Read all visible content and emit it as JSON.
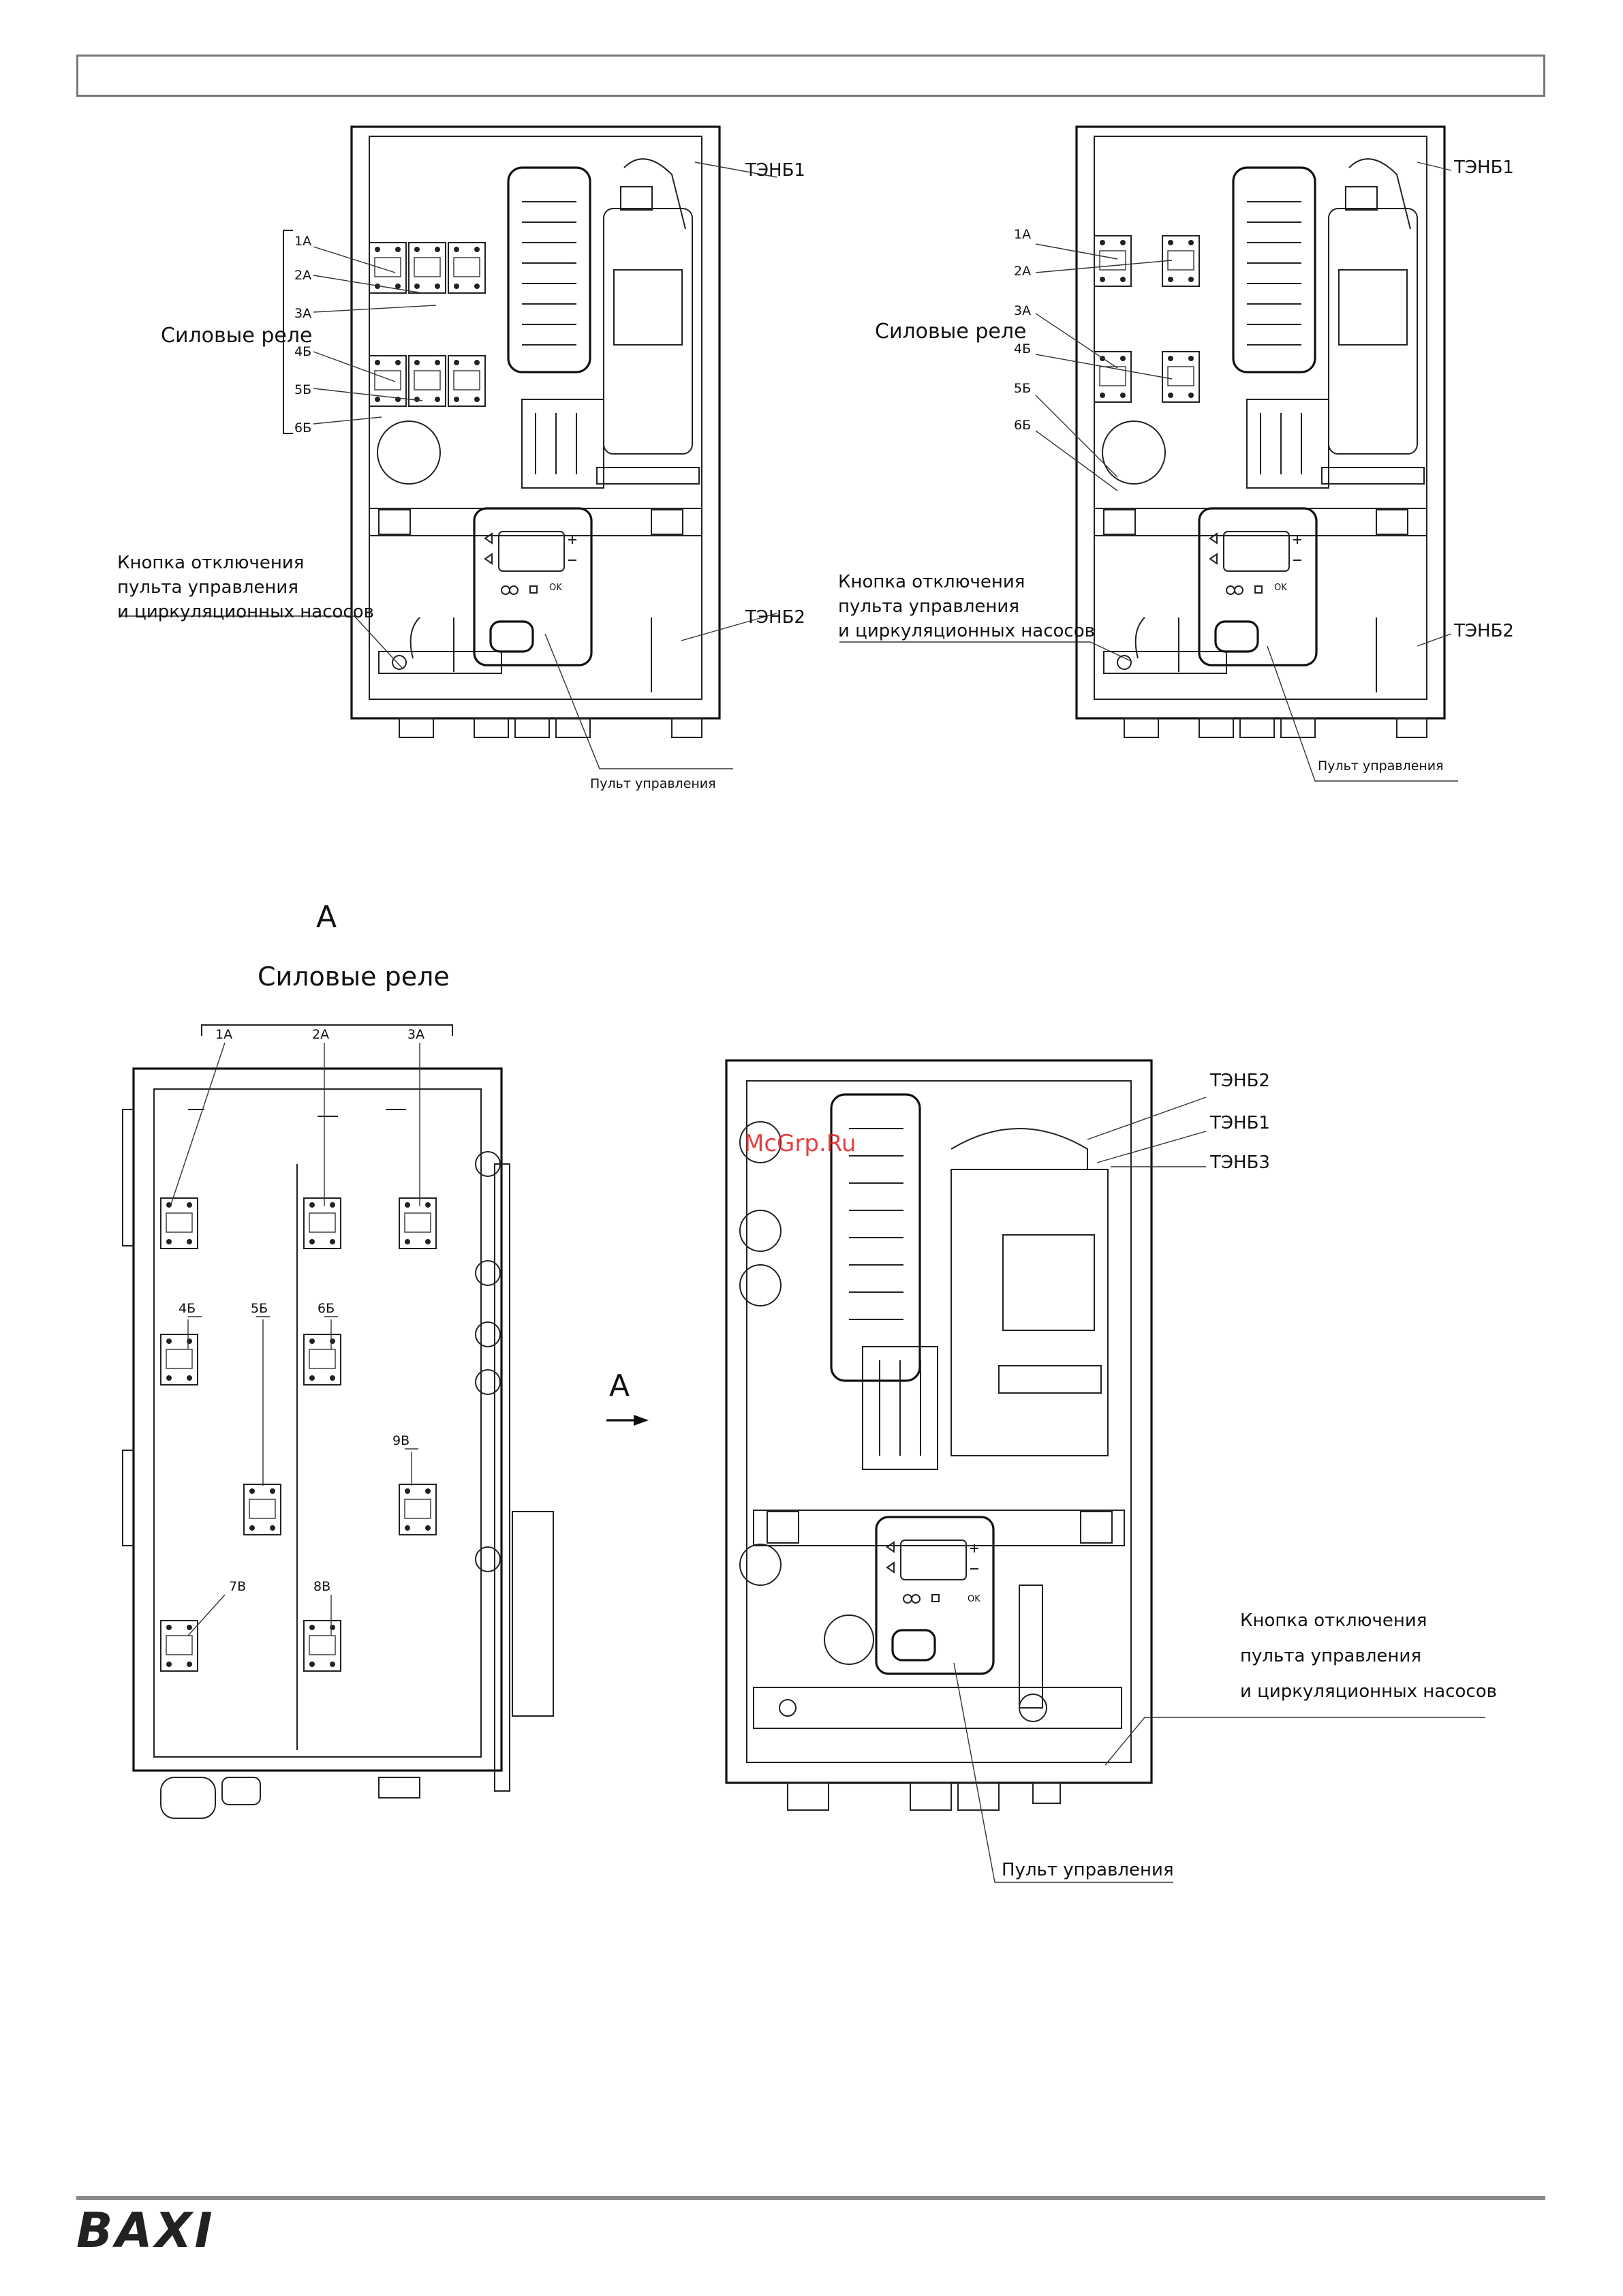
{
  "labels": {
    "power_relays": "Силовые реле",
    "shutdown_button_line1": "Кнопка отключения",
    "shutdown_button_line2": "пульта управления",
    "shutdown_button_line3": "и циркуляционных насосов",
    "control_panel": "Пульт управления",
    "heater_1": "ТЭНБ1",
    "heater_2": "ТЭНБ2",
    "heater_3": "ТЭНБ3",
    "view_a": "А"
  },
  "relays_top": [
    "1А",
    "2А",
    "3А",
    "4Б",
    "5Б",
    "6Б"
  ],
  "relays_bottom": [
    "1А",
    "2А",
    "3А",
    "4Б",
    "5Б",
    "6Б",
    "9В",
    "7В",
    "8В"
  ],
  "panel_buttons": {
    "ok": "OK"
  },
  "watermark": "McGrp.Ru",
  "logo": "BAXI"
}
